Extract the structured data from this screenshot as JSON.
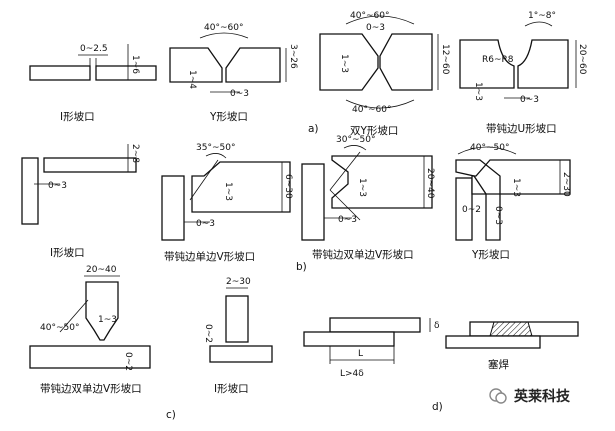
{
  "groups": {
    "a": "a)",
    "b": "b)",
    "c": "c)",
    "d": "d)"
  },
  "row_a": {
    "p1": {
      "caption": "I形坡口",
      "dim_gap": "0~2.5",
      "dim_thk": "1~6"
    },
    "p2": {
      "caption": "Y形坡口",
      "dim_angle": "40°~60°",
      "dim_root": "1~4",
      "dim_gap": "0~3",
      "dim_thk": "3~26"
    },
    "p3": {
      "caption": "双Y形坡口",
      "dim_angle_top": "40°~60°",
      "dim_gap": "0~3",
      "dim_root": "1~3",
      "dim_angle_bot": "40°~60°",
      "dim_thk": "12~60"
    },
    "p4": {
      "caption": "带钝边U形坡口",
      "dim_angle": "1°~8°",
      "dim_radius": "R6~R8",
      "dim_root": "1~3",
      "dim_gap": "0~3",
      "dim_thk": "20~60"
    }
  },
  "row_b": {
    "p1": {
      "caption": "I形坡口",
      "dim_thk": "2~8",
      "dim_gap": "0~3"
    },
    "p2": {
      "caption": "带钝边单边V形坡口",
      "dim_angle": "35°~50°",
      "dim_root": "1~3",
      "dim_gap": "0~3",
      "dim_thk": "6~30"
    },
    "p3": {
      "caption": "带钝边双单边V形坡口",
      "dim_angle": "30°~50°",
      "dim_root": "1~3",
      "dim_gap": "0~3",
      "dim_thk": "20~40"
    },
    "p4": {
      "caption": "Y形坡口",
      "dim_angle": "40°~50°",
      "dim_root": "1~3",
      "dim_gap": "0~2",
      "dim_root2": "0~3",
      "dim_thk": "2~30"
    }
  },
  "row_c": {
    "p1": {
      "caption": "带钝边双单边V形坡口",
      "dim_top": "20~40",
      "dim_angle": "40°~50°",
      "dim_root": "1~3",
      "dim_gap": "0~2"
    },
    "p2": {
      "caption": "I形坡口",
      "dim_thk": "2~30",
      "dim_gap": "0~2"
    }
  },
  "row_d": {
    "p1": {
      "dim_delta": "δ",
      "dim_L": "L",
      "dim_rule": "L>4δ"
    },
    "p2": {
      "caption": "塞焊"
    }
  },
  "watermark": {
    "text": "英莱科技"
  }
}
